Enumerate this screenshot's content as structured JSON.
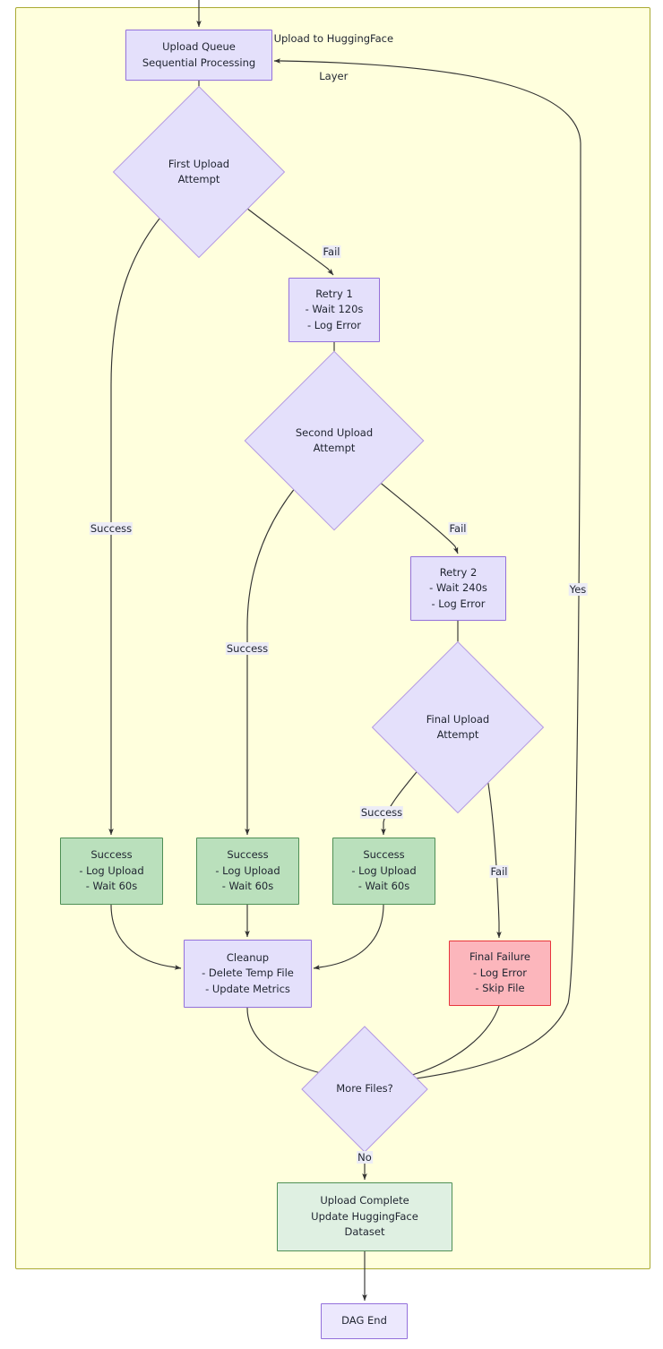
{
  "diagram": {
    "type": "flowchart",
    "orientation": "top-down",
    "cluster": {
      "title_line1": "Upload to HuggingFace",
      "title_line2": "Layer",
      "background_color": "#ffffdd",
      "border_color": "#aaaa33"
    },
    "palette": {
      "process_fill": "#e4e0fb",
      "process_stroke": "#9370db",
      "success_fill": "#bae0bc",
      "success_stroke": "#4e8f55",
      "complete_fill": "#dff0e2",
      "failure_fill": "#fcb6bc",
      "failure_stroke": "#e8353c",
      "edge_stroke": "#333333",
      "label_background": "#ececf6"
    },
    "nodes": [
      {
        "id": "upload_queue",
        "shape": "rect",
        "kind": "process",
        "lines": [
          "Upload Queue",
          "Sequential Processing"
        ]
      },
      {
        "id": "first_attempt",
        "shape": "diamond",
        "kind": "decision",
        "lines": [
          "First Upload",
          "Attempt"
        ]
      },
      {
        "id": "retry1",
        "shape": "rect",
        "kind": "process",
        "lines": [
          "Retry 1",
          "- Wait 120s",
          "- Log Error"
        ]
      },
      {
        "id": "second_attempt",
        "shape": "diamond",
        "kind": "decision",
        "lines": [
          "Second Upload",
          "Attempt"
        ]
      },
      {
        "id": "retry2",
        "shape": "rect",
        "kind": "process",
        "lines": [
          "Retry 2",
          "- Wait 240s",
          "- Log Error"
        ]
      },
      {
        "id": "final_attempt",
        "shape": "diamond",
        "kind": "decision",
        "lines": [
          "Final Upload",
          "Attempt"
        ]
      },
      {
        "id": "success1",
        "shape": "rect",
        "kind": "success",
        "lines": [
          "Success",
          "- Log Upload",
          "- Wait 60s"
        ]
      },
      {
        "id": "success2",
        "shape": "rect",
        "kind": "success",
        "lines": [
          "Success",
          "- Log Upload",
          "- Wait 60s"
        ]
      },
      {
        "id": "success3",
        "shape": "rect",
        "kind": "success",
        "lines": [
          "Success",
          "- Log Upload",
          "- Wait 60s"
        ]
      },
      {
        "id": "cleanup",
        "shape": "rect",
        "kind": "process",
        "lines": [
          "Cleanup",
          "- Delete Temp File",
          "- Update Metrics"
        ]
      },
      {
        "id": "final_failure",
        "shape": "rect",
        "kind": "failure",
        "lines": [
          "Final Failure",
          "- Log Error",
          "- Skip File"
        ]
      },
      {
        "id": "more_files",
        "shape": "diamond",
        "kind": "decision",
        "lines": [
          "More Files?"
        ]
      },
      {
        "id": "upload_complete",
        "shape": "rect",
        "kind": "complete",
        "lines": [
          "Upload Complete",
          "Update HuggingFace",
          "Dataset"
        ]
      },
      {
        "id": "dag_end",
        "shape": "rect",
        "kind": "process",
        "lines": [
          "DAG End"
        ]
      }
    ],
    "edges": [
      {
        "from": "dag_start_incoming",
        "to": "upload_queue",
        "label": ""
      },
      {
        "from": "upload_queue",
        "to": "first_attempt",
        "label": ""
      },
      {
        "from": "first_attempt",
        "to": "success1",
        "label": "Success"
      },
      {
        "from": "first_attempt",
        "to": "retry1",
        "label": "Fail"
      },
      {
        "from": "retry1",
        "to": "second_attempt",
        "label": ""
      },
      {
        "from": "second_attempt",
        "to": "success2",
        "label": "Success"
      },
      {
        "from": "second_attempt",
        "to": "retry2",
        "label": "Fail"
      },
      {
        "from": "retry2",
        "to": "final_attempt",
        "label": ""
      },
      {
        "from": "final_attempt",
        "to": "success3",
        "label": "Success"
      },
      {
        "from": "final_attempt",
        "to": "final_failure",
        "label": "Fail"
      },
      {
        "from": "success1",
        "to": "cleanup",
        "label": ""
      },
      {
        "from": "success2",
        "to": "cleanup",
        "label": ""
      },
      {
        "from": "success3",
        "to": "cleanup",
        "label": ""
      },
      {
        "from": "cleanup",
        "to": "more_files",
        "label": ""
      },
      {
        "from": "final_failure",
        "to": "more_files",
        "label": ""
      },
      {
        "from": "more_files",
        "to": "upload_queue",
        "label": "Yes"
      },
      {
        "from": "more_files",
        "to": "upload_complete",
        "label": "No"
      },
      {
        "from": "upload_complete",
        "to": "dag_end",
        "label": ""
      }
    ],
    "edge_labels": {
      "first_success": "Success",
      "first_fail": "Fail",
      "second_success": "Success",
      "second_fail": "Fail",
      "final_success": "Success",
      "final_fail": "Fail",
      "loop_yes": "Yes",
      "finish_no": "No"
    }
  }
}
